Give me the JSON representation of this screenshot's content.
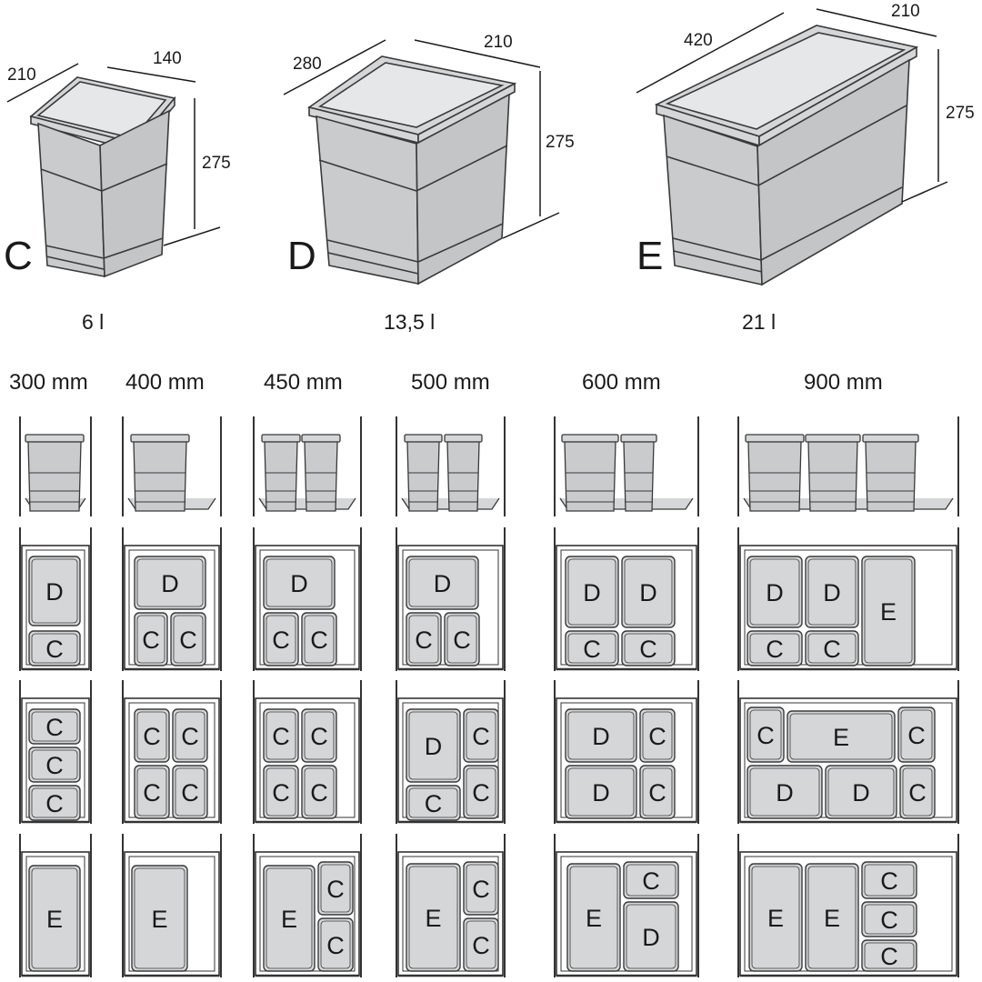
{
  "colors": {
    "bin_fill": "#d4d6d8",
    "bin_body": "#c9cbcd",
    "bin_stroke": "#3a3a3a",
    "drawer_stroke": "#333333",
    "background": "#ffffff"
  },
  "bins": [
    {
      "letter": "C",
      "volume": "6 l",
      "dim_left": "210",
      "dim_right": "140",
      "dim_height": "275"
    },
    {
      "letter": "D",
      "volume": "13,5 l",
      "dim_left": "280",
      "dim_right": "210",
      "dim_height": "275"
    },
    {
      "letter": "E",
      "volume": "21 l",
      "dim_left": "420",
      "dim_right": "210",
      "dim_height": "275"
    }
  ],
  "cabinet_widths": [
    "300 mm",
    "400 mm",
    "450 mm",
    "500 mm",
    "600 mm",
    "900 mm"
  ],
  "layouts": [
    [
      [
        {
          "l": "D"
        },
        {
          "l": "C"
        }
      ],
      [
        {
          "l": "D"
        },
        {
          "l": "C"
        },
        {
          "l": "C"
        }
      ],
      [
        {
          "l": "D"
        },
        {
          "l": "C"
        },
        {
          "l": "C"
        }
      ],
      [
        {
          "l": "D"
        },
        {
          "l": "C"
        },
        {
          "l": "C"
        }
      ],
      [
        {
          "l": "D"
        },
        {
          "l": "D"
        },
        {
          "l": "C"
        },
        {
          "l": "C"
        }
      ],
      [
        {
          "l": "D"
        },
        {
          "l": "D"
        },
        {
          "l": "E"
        },
        {
          "l": "C"
        },
        {
          "l": "C"
        }
      ]
    ],
    [
      [
        {
          "l": "C"
        },
        {
          "l": "C"
        },
        {
          "l": "C"
        }
      ],
      [
        {
          "l": "C"
        },
        {
          "l": "C"
        },
        {
          "l": "C"
        },
        {
          "l": "C"
        }
      ],
      [
        {
          "l": "C"
        },
        {
          "l": "C"
        },
        {
          "l": "C"
        },
        {
          "l": "C"
        }
      ],
      [
        {
          "l": "D"
        },
        {
          "l": "C"
        },
        {
          "l": "C"
        },
        {
          "l": "C"
        }
      ],
      [
        {
          "l": "D"
        },
        {
          "l": "C"
        },
        {
          "l": "D"
        },
        {
          "l": "C"
        }
      ],
      [
        {
          "l": "C"
        },
        {
          "l": "E"
        },
        {
          "l": "C"
        },
        {
          "l": "D"
        },
        {
          "l": "D"
        },
        {
          "l": "C"
        }
      ]
    ],
    [
      [
        {
          "l": "E"
        }
      ],
      [
        {
          "l": "E"
        }
      ],
      [
        {
          "l": "E"
        },
        {
          "l": "C"
        },
        {
          "l": "C"
        }
      ],
      [
        {
          "l": "E"
        },
        {
          "l": "C"
        },
        {
          "l": "C"
        }
      ],
      [
        {
          "l": "E"
        },
        {
          "l": "C"
        },
        {
          "l": "D"
        }
      ],
      [
        {
          "l": "E"
        },
        {
          "l": "E"
        },
        {
          "l": "C"
        },
        {
          "l": "C"
        },
        {
          "l": "C"
        }
      ]
    ]
  ]
}
